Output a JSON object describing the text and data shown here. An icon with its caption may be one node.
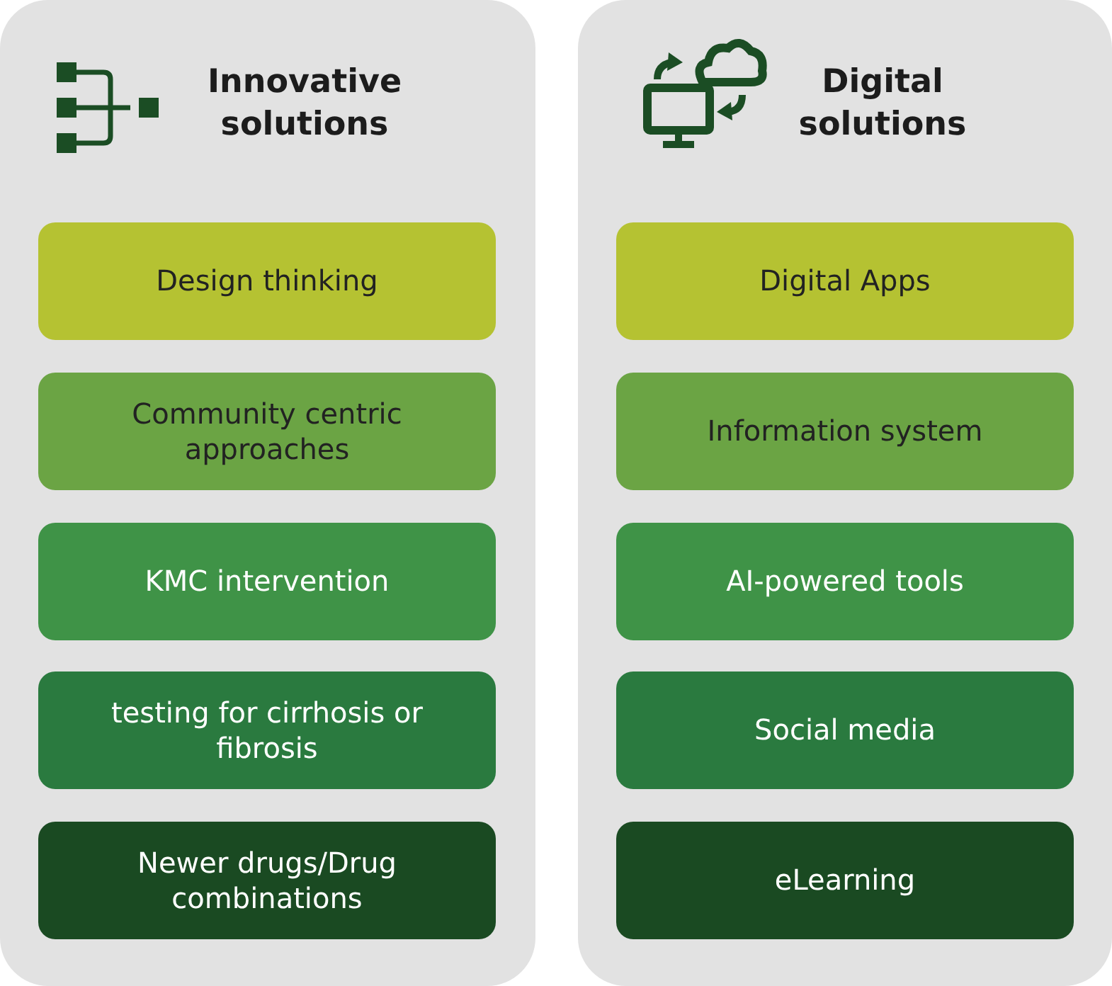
{
  "diagram": {
    "nodes": [
      {
        "text": [
          "Innovative solutions"
        ]
      },
      {
        "text": [
          "Design thinking"
        ],
        "in": 0
      },
      {
        "text": [
          "Community centric approaches"
        ],
        "in": 0
      },
      {
        "text": [
          "KMC intervention"
        ],
        "in": 0
      },
      {
        "text": [
          "testing for cirrhosis or fibrosis"
        ],
        "in": 0
      },
      {
        "text": [
          "Newer drugs/Drug combinations"
        ],
        "in": 0
      },
      {
        "text": [
          "Digital solutions"
        ]
      },
      {
        "text": [
          "Digital Apps"
        ],
        "in": 6
      },
      {
        "text": [
          "Information system"
        ],
        "in": 6
      },
      {
        "text": [
          "AI-powered tools"
        ],
        "in": 6
      },
      {
        "text": [
          "Social media"
        ],
        "in": 6
      },
      {
        "text": [
          "eLearning"
        ],
        "in": 6
      }
    ]
  }
}
